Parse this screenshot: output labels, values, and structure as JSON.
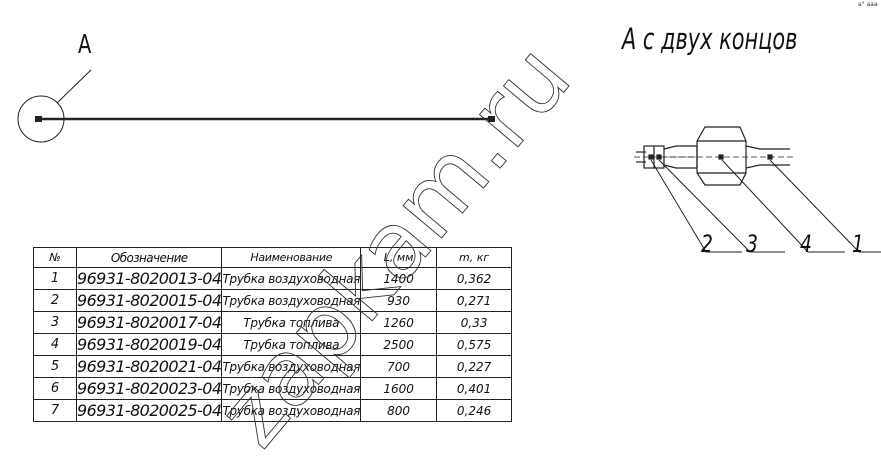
{
  "view_label": "А",
  "detail_title": "А с двух концов",
  "corner_mark": "а° ааа",
  "callouts": {
    "c1": "1",
    "c2": "2",
    "c3": "3",
    "c4": "4"
  },
  "watermark": "zapkam.ru",
  "table": {
    "headers": {
      "no": "№",
      "designation": "Обозначение",
      "name": "Наименование",
      "length": "L, мм",
      "mass": "m, кг"
    },
    "rows": [
      {
        "no": "1",
        "designation": "96931-8020013-04",
        "name": "Трубка воздуховодная",
        "length": "1400",
        "mass": "0,362"
      },
      {
        "no": "2",
        "designation": "96931-8020015-04",
        "name": "Трубка воздуховодная",
        "length": "930",
        "mass": "0,271"
      },
      {
        "no": "3",
        "designation": "96931-8020017-04",
        "name": "Трубка топлива",
        "length": "1260",
        "mass": "0,33"
      },
      {
        "no": "4",
        "designation": "96931-8020019-04",
        "name": "Трубка топлива",
        "length": "2500",
        "mass": "0,575"
      },
      {
        "no": "5",
        "designation": "96931-8020021-04",
        "name": "Трубка воздуховодная",
        "length": "700",
        "mass": "0,227"
      },
      {
        "no": "6",
        "designation": "96931-8020023-04",
        "name": "Трубка воздуховодная",
        "length": "1600",
        "mass": "0,401"
      },
      {
        "no": "7",
        "designation": "96931-8020025-04",
        "name": "Трубка воздуховодная",
        "length": "800",
        "mass": "0,246"
      }
    ]
  }
}
